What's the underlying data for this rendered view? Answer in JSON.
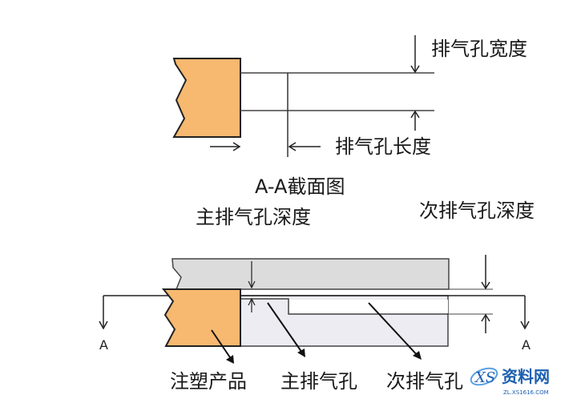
{
  "labels": {
    "vent_width": "排气孔宽度",
    "vent_length": "排气孔长度",
    "section_title": "A-A截面图",
    "main_vent_depth": "主排气孔深度",
    "secondary_vent_depth": "次排气孔深度",
    "product": "注塑产品",
    "main_vent": "主排气孔",
    "secondary_vent": "次排气孔",
    "section_marker_left": "A",
    "section_marker_right": "A"
  },
  "watermark": {
    "brand_text": "资料网",
    "url_text": "ZL.XS1616.COM"
  },
  "colors": {
    "product_fill": "#f7b870",
    "mold_fill": "#dcdcdc",
    "vent_area_fill": "#ececf2",
    "line": "#222222",
    "watermark_blue": "#1b5fb0"
  }
}
